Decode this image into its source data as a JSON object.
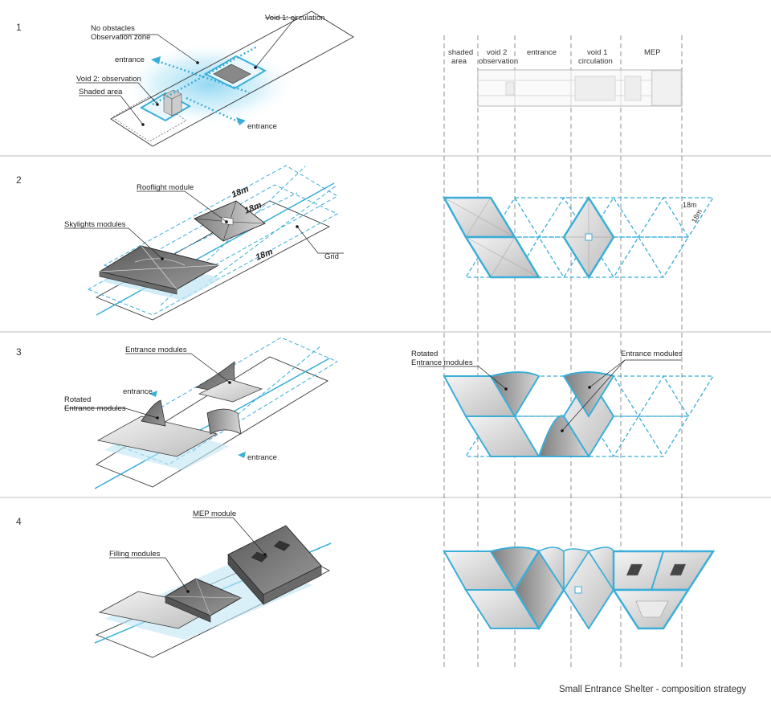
{
  "steps": [
    {
      "number": "1",
      "labels": {
        "no_obstacles": "No obstacles",
        "observation_zone": "Observation zone",
        "void1": "Void 1: circulation",
        "entrance_a": "entrance",
        "void2": "Void 2: observation",
        "shaded": "Shaded area",
        "entrance_b": "entrance"
      }
    },
    {
      "number": "2",
      "labels": {
        "rooflight": "Rooflight module",
        "skylights": "Skylights modules",
        "grid": "Grid",
        "dim_a": "18m",
        "dim_b": "18m",
        "dim_c": "18m"
      }
    },
    {
      "number": "3",
      "labels": {
        "entrance_modules": "Entrance modules",
        "entrance_a": "entrance",
        "rotated_1": "Rotated",
        "rotated_2": "Entrance modules",
        "entrance_b": "entrance"
      }
    },
    {
      "number": "4",
      "labels": {
        "mep": "MEP module",
        "filling": "Filling modules"
      }
    }
  ],
  "plan_columns": [
    {
      "line1": "shaded",
      "line2": "area"
    },
    {
      "line1": "void 2",
      "line2": "observation"
    },
    {
      "line1": "entrance",
      "line2": ""
    },
    {
      "line1": "void 1",
      "line2": "circulation"
    },
    {
      "line1": "MEP",
      "line2": ""
    }
  ],
  "plan_labels": {
    "dim_top": "18m",
    "dim_side": "18m",
    "rotated_1": "Rotated",
    "rotated_2": "Entrance modules",
    "entrance_modules": "Entrance modules"
  },
  "caption": "Small Entrance Shelter - composition strategy",
  "colors": {
    "accent": "#3aaed8",
    "glow": "#8fd6f2",
    "line": "#333333",
    "divider": "#bbbbbb"
  }
}
